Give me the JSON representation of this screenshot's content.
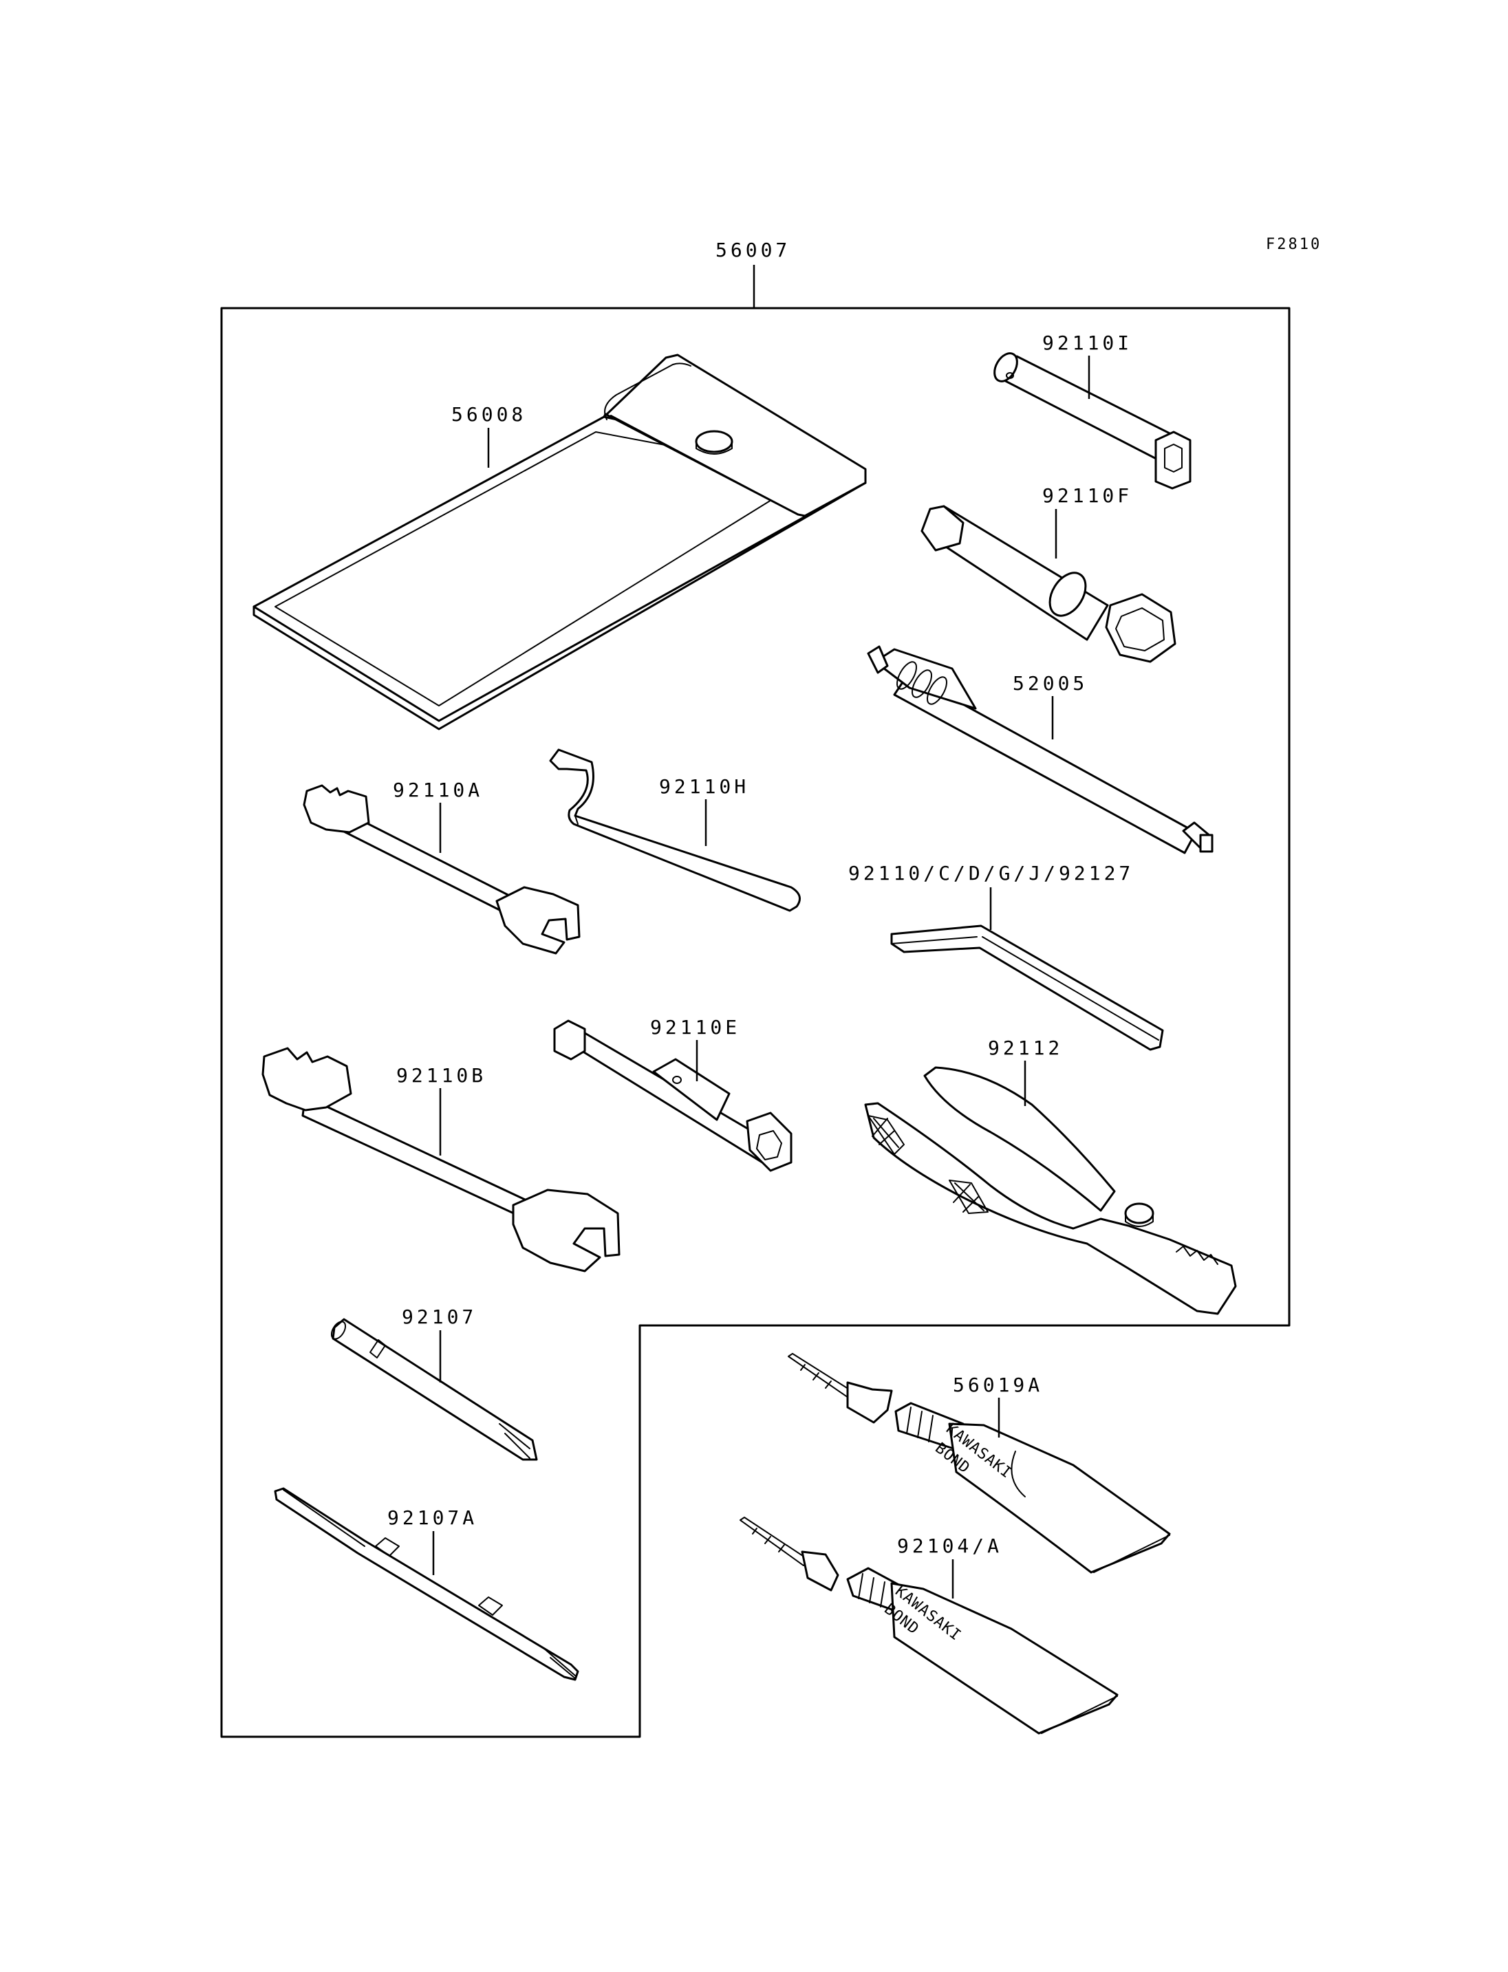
{
  "figure_code": "F2810",
  "kit_label": "56007",
  "parts": [
    {
      "id": "pouch",
      "label": "56008"
    },
    {
      "id": "plug-wrench-small",
      "label": "92110I"
    },
    {
      "id": "plug-wrench-large",
      "label": "92110F"
    },
    {
      "id": "screwdriver-handle",
      "label": "52005"
    },
    {
      "id": "wrench-small",
      "label": "92110A"
    },
    {
      "id": "hook-wrench",
      "label": "92110H"
    },
    {
      "id": "hex-keys",
      "label": "92110/C/D/G/J/92127"
    },
    {
      "id": "wrench-large",
      "label": "92110B"
    },
    {
      "id": "socket-wrench",
      "label": "92110E"
    },
    {
      "id": "pliers",
      "label": "92112"
    },
    {
      "id": "screwdriver-bit",
      "label": "92107"
    },
    {
      "id": "screwdriver-double-bit",
      "label": "92107A"
    },
    {
      "id": "bond-tube-1",
      "label": "56019A",
      "tube_text": [
        "KAWASAKI",
        "BOND"
      ]
    },
    {
      "id": "bond-tube-2",
      "label": "92104/A",
      "tube_text": [
        "KAWASAKI",
        "BOND"
      ]
    }
  ]
}
